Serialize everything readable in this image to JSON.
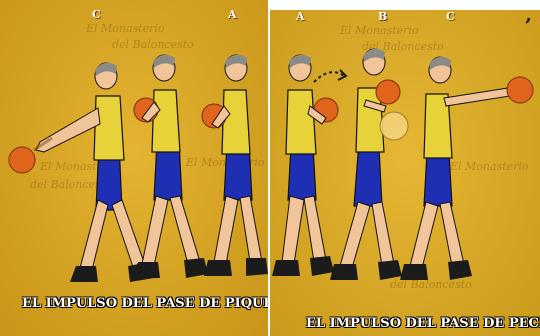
{
  "captions": {
    "left": "EL IMPULSO DEL PASE DE PIQUE",
    "right": "EL IMPULSO DEL PASE DE PECHO"
  },
  "stage_labels": {
    "left": [
      "C",
      "A"
    ],
    "right": [
      "A",
      "B",
      "C"
    ]
  },
  "watermark": {
    "line1": "El Monasterio",
    "line2": "del Baloncesto"
  },
  "colors": {
    "background": "#d6a11c",
    "shirt": "#e8d23a",
    "shorts": "#1e2fb3",
    "ball": "#e0641c",
    "skin": "#f2c49a",
    "hair": "#8a8a86"
  }
}
